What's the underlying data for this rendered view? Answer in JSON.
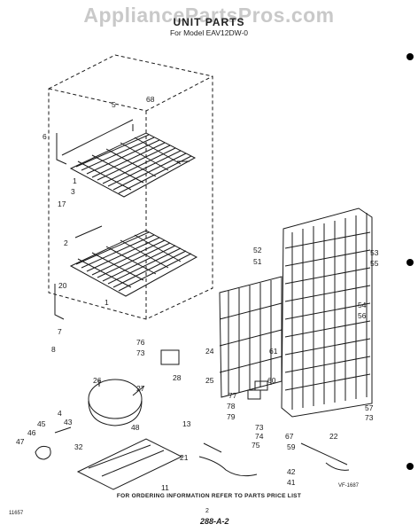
{
  "header": {
    "watermark": "AppliancePartsPros.com",
    "title": "UNIT PARTS",
    "subtitle": "For Model EAV12DW-0"
  },
  "callouts": [
    "68",
    "5",
    "6",
    "1",
    "3",
    "17",
    "2",
    "20",
    "1",
    "7",
    "8",
    "76",
    "73",
    "24",
    "25",
    "28",
    "26",
    "27",
    "4",
    "43",
    "45",
    "46",
    "47",
    "32",
    "48",
    "13",
    "21",
    "11",
    "52",
    "51",
    "53",
    "55",
    "54",
    "56",
    "61",
    "60",
    "77",
    "78",
    "79",
    "57",
    "73",
    "22",
    "67",
    "59",
    "73",
    "74",
    "75",
    "42",
    "41"
  ],
  "footer": {
    "order_note": "FOR ORDERING INFORMATION REFER TO PARTS PRICE LIST",
    "page_number": "2",
    "stamp": "288-A-2",
    "code_left": "11657",
    "code_right": "VF-1687"
  },
  "colors": {
    "ink": "#1a1a1a",
    "watermark": "#c9c9c9",
    "paper": "#ffffff"
  }
}
